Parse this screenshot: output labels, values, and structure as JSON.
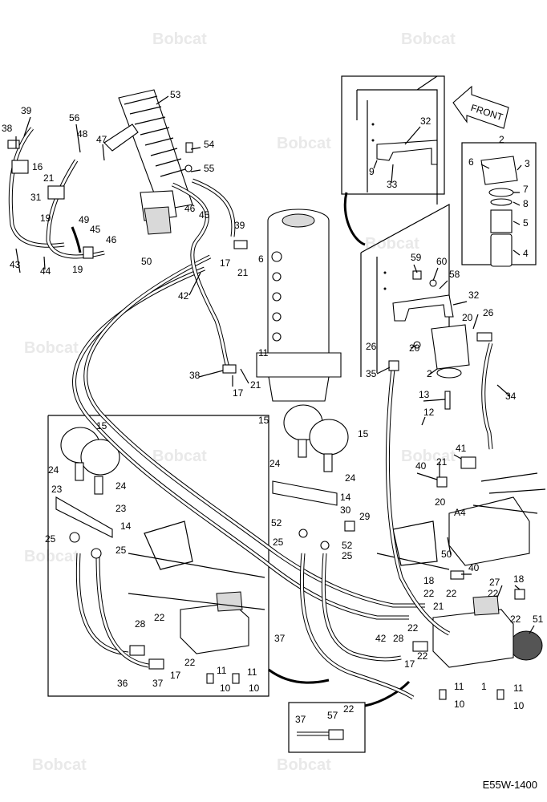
{
  "watermark": "Bobcat",
  "reference_code": "E55W-1400",
  "front_label": "FRONT",
  "port_label": "A4",
  "callouts": [
    "1",
    "2",
    "3",
    "4",
    "5",
    "6",
    "7",
    "8",
    "9",
    "10",
    "11",
    "12",
    "13",
    "14",
    "15",
    "16",
    "17",
    "18",
    "19",
    "20",
    "21",
    "22",
    "23",
    "24",
    "25",
    "26",
    "27",
    "28",
    "29",
    "30",
    "31",
    "32",
    "33",
    "34",
    "35",
    "36",
    "37",
    "38",
    "39",
    "40",
    "41",
    "42",
    "43",
    "44",
    "45",
    "46",
    "47",
    "48",
    "49",
    "50",
    "51",
    "52",
    "53",
    "54",
    "55",
    "56",
    "57",
    "58",
    "59",
    "60"
  ]
}
